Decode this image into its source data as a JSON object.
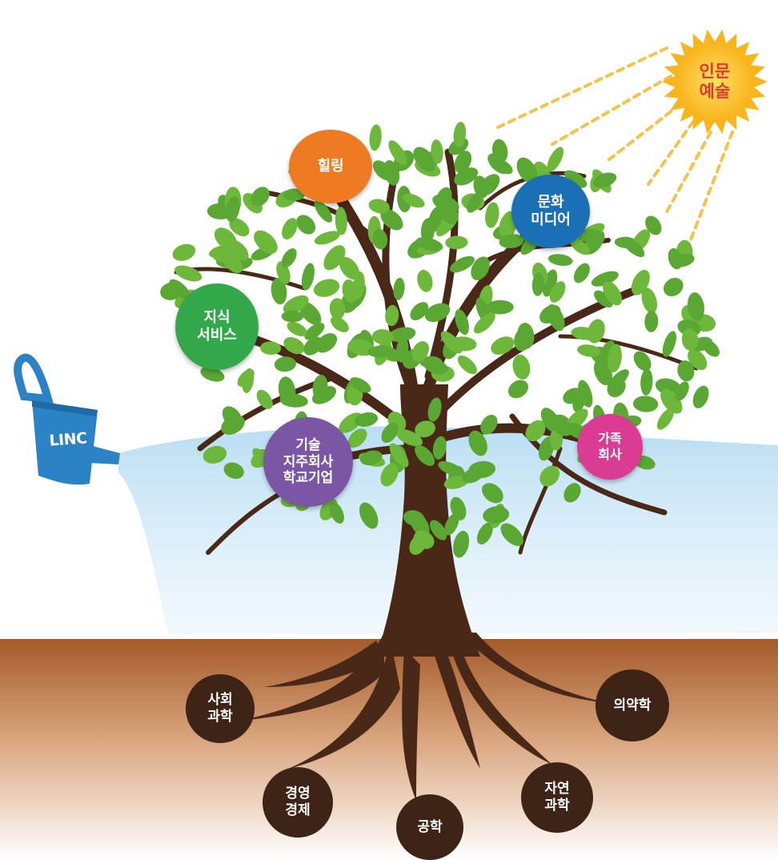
{
  "sun": {
    "lines": [
      "인문",
      "예술"
    ]
  },
  "watering_can": {
    "label": "LINC"
  },
  "branch_bubbles": {
    "healing": {
      "lines": [
        "힐링"
      ],
      "color": "#ee7a22"
    },
    "culture_media": {
      "lines": [
        "문화",
        "미디어"
      ],
      "color": "#1b6fb5"
    },
    "knowledge_service": {
      "lines": [
        "지식",
        "서비스"
      ],
      "color": "#33a84a"
    },
    "tech_holding": {
      "lines": [
        "기술",
        "지주회사",
        "학교기업"
      ],
      "color": "#7b56a5"
    },
    "family_company": {
      "lines": [
        "가족",
        "회사"
      ],
      "color": "#da3b93"
    }
  },
  "root_bubbles": {
    "social_science": {
      "lines": [
        "사회",
        "과학"
      ]
    },
    "medicine_pharmacy": {
      "lines": [
        "의약학"
      ]
    },
    "business_economics": {
      "lines": [
        "경영",
        "경제"
      ]
    },
    "natural_science": {
      "lines": [
        "자연",
        "과학"
      ]
    },
    "engineering": {
      "lines": [
        "공학"
      ]
    }
  },
  "colors": {
    "trunk": "#4a2817",
    "leaf": "#6db83a",
    "soil_top": "#a45a2a",
    "soil_bottom": "#ffffff",
    "water": "#bfe0f3",
    "can": "#2b83c6",
    "sun": "#f9b51e",
    "root_bubble": "#3d2416"
  }
}
